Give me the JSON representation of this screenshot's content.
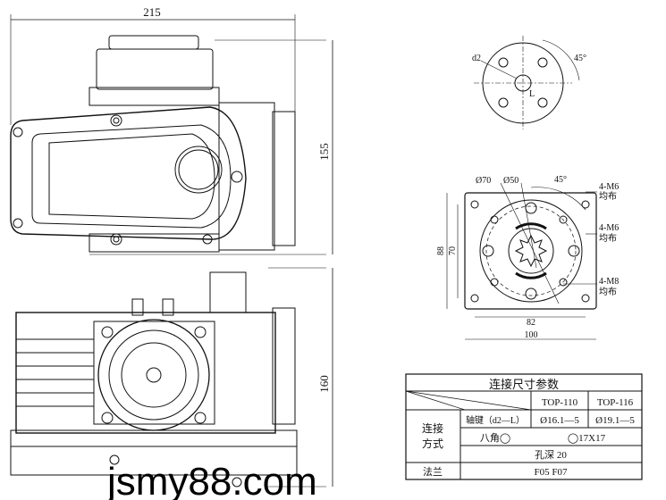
{
  "dimensions": {
    "width_top": "215",
    "height_top": "155",
    "height_bottom": "160"
  },
  "shaft_view": {
    "d2_label": "d2",
    "L_label": "L",
    "angle_label": "45°"
  },
  "flange_view": {
    "dia70": "Ø70",
    "dia50": "Ø50",
    "angle": "45°",
    "note1_a": "4-M6",
    "note1_b": "均布",
    "note2_a": "4-M6",
    "note2_b": "均布",
    "note3_a": "4-M8",
    "note3_b": "均布",
    "dim88": "88",
    "dim70": "70",
    "dim82": "82",
    "dim100": "100"
  },
  "table": {
    "title": "连接尺寸参数",
    "col1": "TOP-110",
    "col2": "TOP-116",
    "group_label_1": "连接",
    "group_label_2": "方式",
    "row1_label": "轴键（d2—L）",
    "row1_v1": "Ø16.1—5",
    "row1_v2": "Ø19.1—5",
    "row2_label": "八角◯",
    "row2_v": "◯17X17",
    "row3_v": "孔深 20",
    "row4_label": "法兰",
    "row4_v": "F05  F07"
  },
  "watermark": "jsmy88.com"
}
